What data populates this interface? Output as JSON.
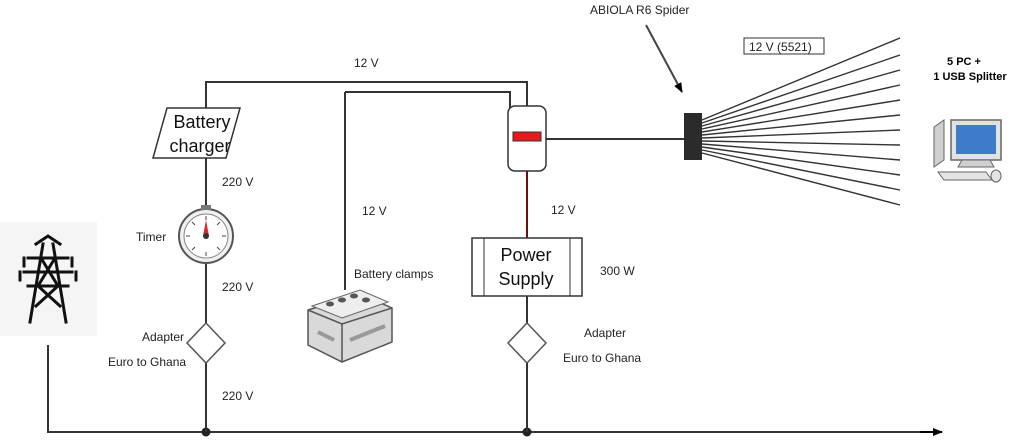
{
  "labels": {
    "spider_title": "ABIOLA R6 Spider",
    "spider_voltage": "12 V (5521)",
    "pcs_line1": "5 PC +",
    "pcs_line2": "1 USB Splitter",
    "top_voltage": "12 V",
    "battery_charger_line1": "Battery",
    "battery_charger_line2": "charger",
    "voltage_220_a": "220 V",
    "timer": "Timer",
    "voltage_220_b": "220 V",
    "adapter_left_line1": "Adapter",
    "adapter_left_line2": "Euro to Ghana",
    "voltage_220_c": "220 V",
    "battery_clamps": "Battery clamps",
    "clamps_voltage": "12 V",
    "supply_voltage": "12 V",
    "power_supply_line1": "Power",
    "power_supply_line2": "Supply",
    "power_watts": "300 W",
    "adapter_right_line1": "Adapter",
    "adapter_right_line2": "Euro to Ghana"
  },
  "colors": {
    "wire": "#333333",
    "red_wire": "#6b1010",
    "switch_red": "#e31b1b",
    "spider_block": "#2b2b2b"
  },
  "icons": [
    "power-pylon-icon",
    "timer-icon",
    "car-battery-icon",
    "computer-icon",
    "switch-icon",
    "adapter-diamond-icon"
  ]
}
